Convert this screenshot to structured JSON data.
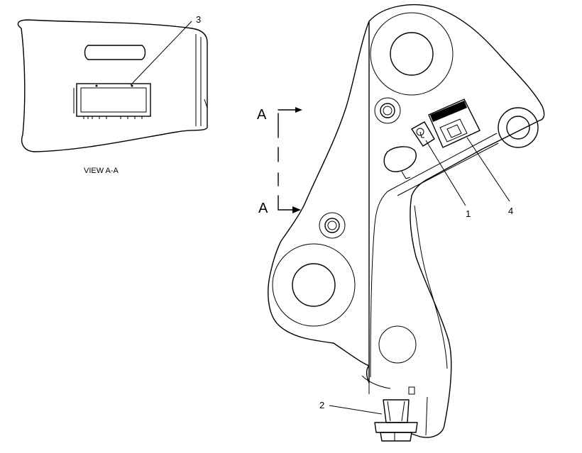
{
  "inset": {
    "view_label": "VIEW A-A"
  },
  "section_marks": {
    "top": "A",
    "bottom": "A"
  },
  "callouts": [
    {
      "id": "1",
      "label": "1"
    },
    {
      "id": "2",
      "label": "2"
    },
    {
      "id": "3",
      "label": "3"
    },
    {
      "id": "4",
      "label": "4"
    }
  ]
}
